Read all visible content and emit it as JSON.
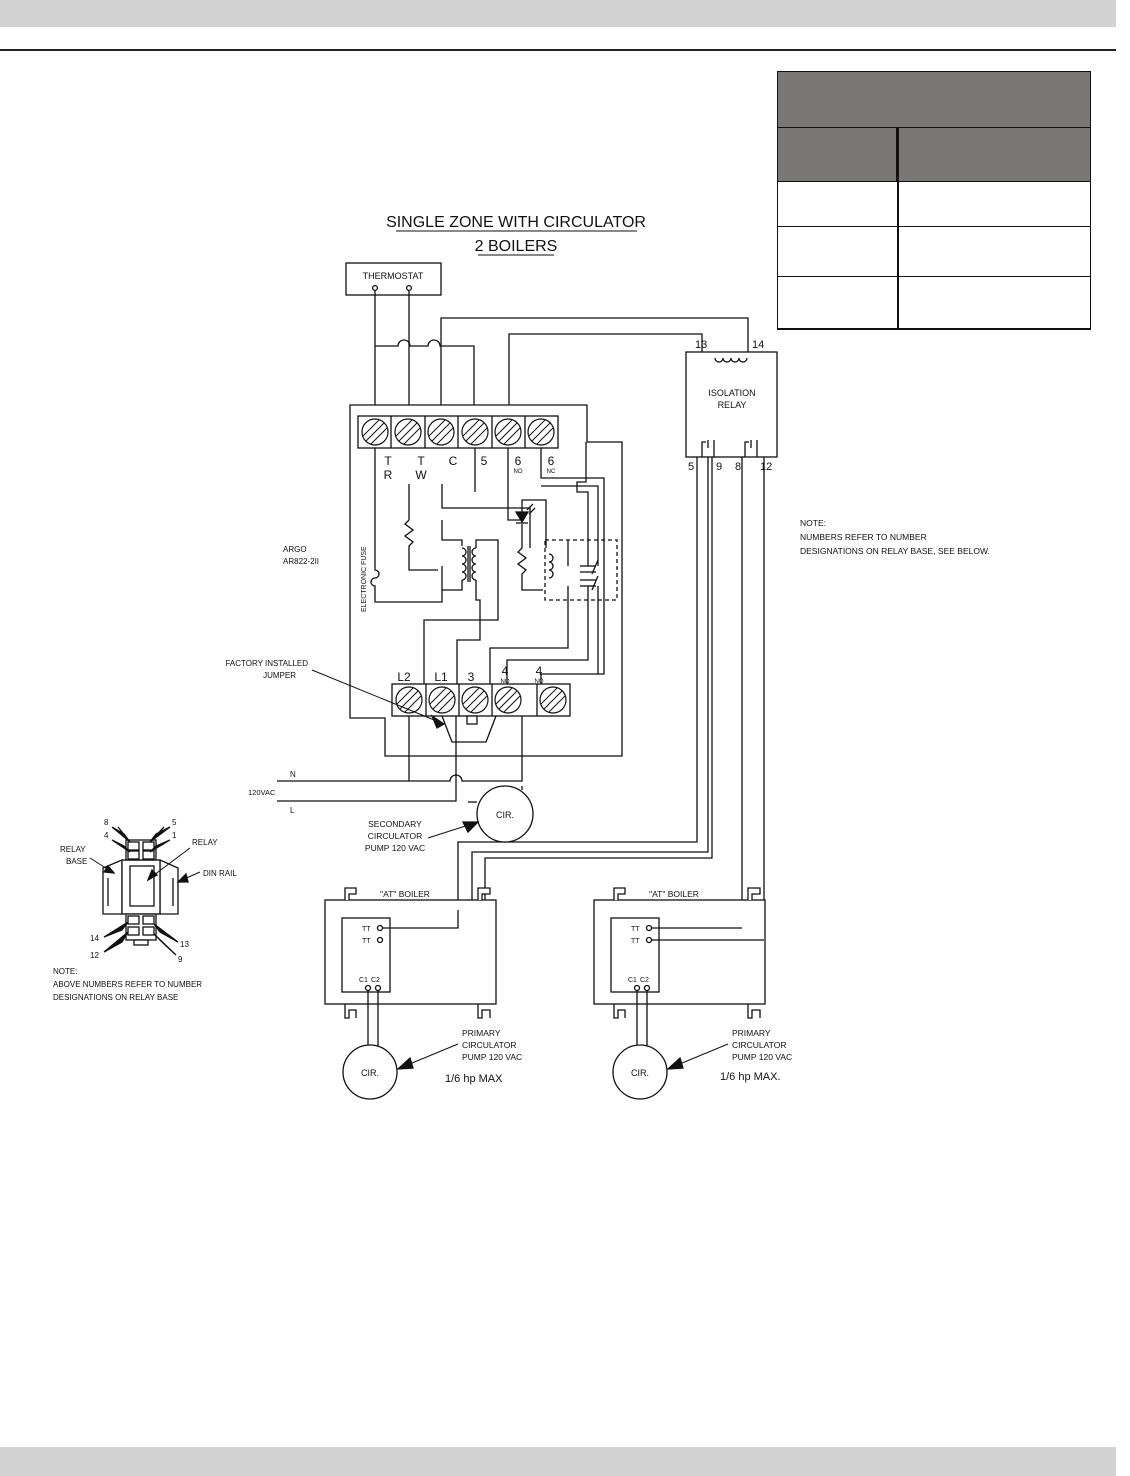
{
  "diagram": {
    "title_line1": "SINGLE ZONE WITH CIRCULATOR",
    "title_line2": "2 BOILERS",
    "thermostat": "THERMOSTAT",
    "isolation_relay_line1": "ISOLATION",
    "isolation_relay_line2": "RELAY",
    "relay_coil_terminals": [
      "13",
      "14"
    ],
    "relay_contact_terminals": [
      "5",
      "9",
      "8",
      "12"
    ],
    "note_right_line1": "NOTE:",
    "note_right_line2": "NUMBERS REFER TO NUMBER",
    "note_right_line3": "DESIGNATIONS ON RELAY BASE, SEE BELOW.",
    "control_name_line1": "ARGO",
    "control_name_line2": "AR822-2II",
    "electronic_fuse": "ELECTRONIC FUSE",
    "top_terminals": [
      {
        "label": "T",
        "sub": "R"
      },
      {
        "label": "T",
        "sub": "W"
      },
      {
        "label": "C",
        "sub": ""
      },
      {
        "label": "5",
        "sub": ""
      },
      {
        "label": "6",
        "sub": "NO"
      },
      {
        "label": "6",
        "sub": "NC"
      }
    ],
    "bottom_terminals": [
      {
        "label": "L2",
        "sub": ""
      },
      {
        "label": "L1",
        "sub": ""
      },
      {
        "label": "3",
        "sub": ""
      },
      {
        "label": "4",
        "sub": "NO"
      },
      {
        "label": "4",
        "sub": "NO"
      }
    ],
    "jumper_line1": "FACTORY INSTALLED",
    "jumper_line2": "JUMPER",
    "line_n": "N",
    "line_l": "L",
    "supply_voltage": "120VAC",
    "circulator": "CIR.",
    "secondary_pump_line1": "SECONDARY",
    "secondary_pump_line2": "CIRCULATOR",
    "secondary_pump_line3": "PUMP 120 VAC",
    "boiler_label": "\"AT\" BOILER",
    "boiler_tt": "TT",
    "boiler_c1": "C1",
    "boiler_c2": "C2",
    "primary_pump_line1": "PRIMARY",
    "primary_pump_line2": "CIRCULATOR",
    "primary_pump_line3": "PUMP 120 VAC",
    "hp_left": "1/6 hp MAX",
    "hp_right": "1/6 hp MAX.",
    "relay_base_numbers_top": [
      "8",
      "5",
      "4",
      "1"
    ],
    "relay_base_numbers_bottom": [
      "14",
      "13",
      "12",
      "9"
    ],
    "relay_base_line1": "RELAY",
    "relay_base_line2": "BASE",
    "relay_label": "RELAY",
    "din_rail_label": "DIN RAIL",
    "note_left_line1": "NOTE:",
    "note_left_line2": "ABOVE NUMBERS REFER TO NUMBER",
    "note_left_line3": "DESIGNATIONS ON RELAY BASE"
  },
  "colors": {
    "band": "#d3d3d3",
    "table_header": "#7a7777",
    "line": "#111111"
  }
}
